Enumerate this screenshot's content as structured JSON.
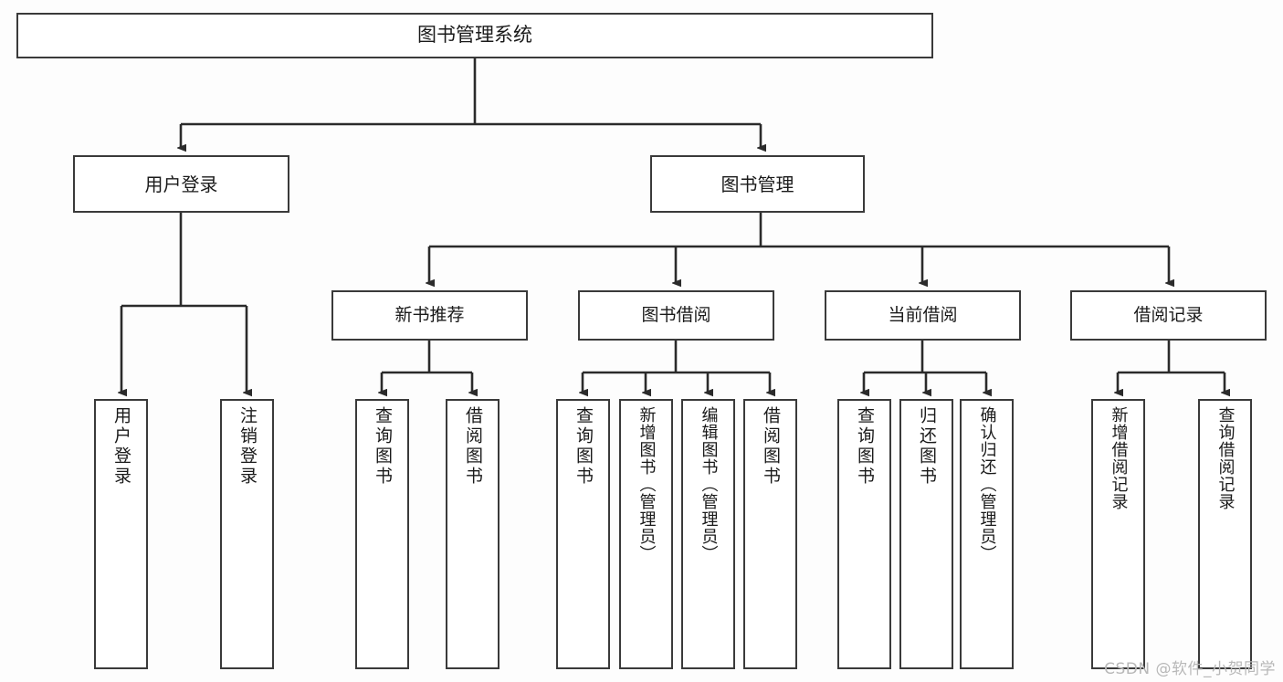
{
  "diagram": {
    "title": "图书管理系统",
    "type": "hierarchy-tree",
    "colors": {
      "background": "#fdfdfd",
      "box_border": "#3a3a3a",
      "box_fill": "#ffffff",
      "edge": "#2b2b2b",
      "text": "#1a1a1a",
      "watermark": "#b8b8b8"
    },
    "root": {
      "label": "图书管理系统"
    },
    "level1": [
      {
        "label": "用户登录"
      },
      {
        "label": "图书管理"
      }
    ],
    "level2": [
      {
        "label": "新书推荐"
      },
      {
        "label": "图书借阅"
      },
      {
        "label": "当前借阅"
      },
      {
        "label": "借阅记录"
      }
    ],
    "leaves": {
      "user_login": [
        {
          "label": "用户登录"
        },
        {
          "label": "注销登录"
        }
      ],
      "new_book_recommend": [
        {
          "label": "查询图书"
        },
        {
          "label": "借阅图书"
        }
      ],
      "book_borrow": [
        {
          "label": "查询图书"
        },
        {
          "label": "新增图书（管理员）"
        },
        {
          "label": "编辑图书（管理员）"
        },
        {
          "label": "借阅图书"
        }
      ],
      "current_borrow": [
        {
          "label": "查询图书"
        },
        {
          "label": "归还图书"
        },
        {
          "label": "确认归还（管理员）"
        }
      ],
      "borrow_record": [
        {
          "label": "新增借阅记录"
        },
        {
          "label": "查询借阅记录"
        }
      ]
    },
    "watermark": "CSDN @软件_小贺同学"
  }
}
